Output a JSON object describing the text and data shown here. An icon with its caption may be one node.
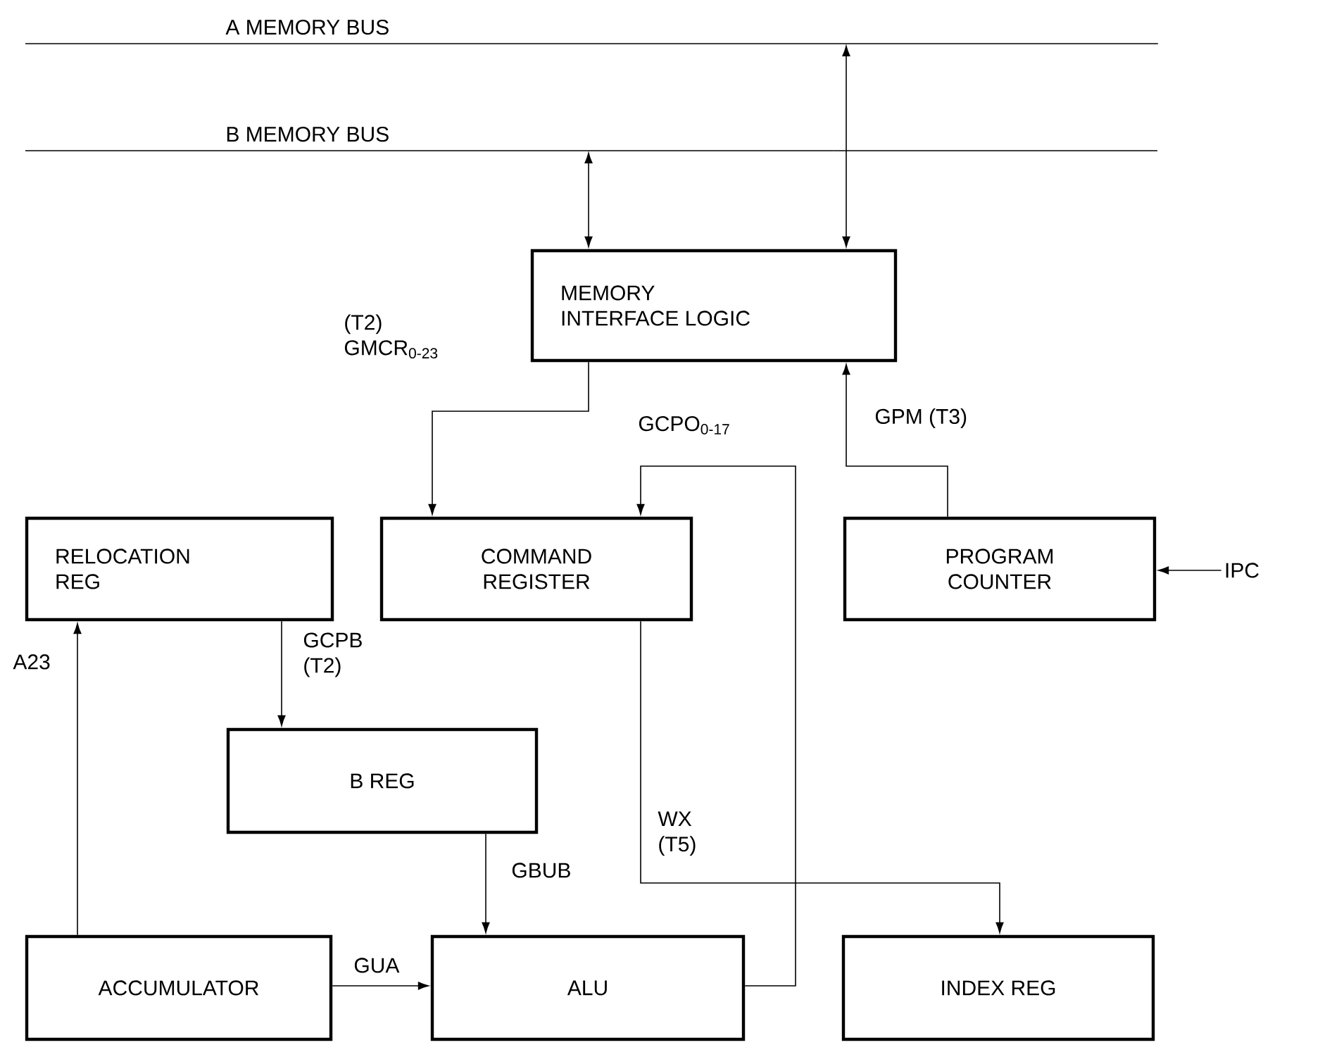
{
  "diagram": {
    "nodes": [
      {
        "text": [
          "A MEMORY BUS"
        ]
      },
      {
        "text": [
          "B MEMORY BUS"
        ]
      },
      {
        "text": [
          "MEMORY INTERFACE LOGIC"
        ]
      },
      {
        "text": [
          "RELOCATION REG"
        ]
      },
      {
        "text": [
          "COMMAND REGISTER"
        ]
      },
      {
        "text": [
          "PROGRAM COUNTER"
        ]
      },
      {
        "text": [
          "B REG"
        ]
      },
      {
        "text": [
          "ACCUMULATOR"
        ]
      },
      {
        "text": [
          "ALU"
        ]
      },
      {
        "text": [
          "INDEX REG"
        ]
      },
      {
        "text": [
          "IPC"
        ]
      }
    ],
    "edges": [
      {
        "from": 1,
        "to": 2,
        "arrow": "both"
      },
      {
        "from": 0,
        "to": 2,
        "arrow": "both"
      },
      {
        "from": 2,
        "to": 4,
        "arrow": "to",
        "label": "(T2) GMCR$_{0-23}$"
      },
      {
        "from": 8,
        "to": 4,
        "arrow": "to",
        "label": "GCPO$_{0-17}$"
      },
      {
        "from": 5,
        "to": 2,
        "arrow": "to",
        "label": "GPM (T3)"
      },
      {
        "from": 10,
        "to": 5,
        "arrow": "to"
      },
      {
        "from": 7,
        "to": 3,
        "arrow": "to",
        "label": "A23"
      },
      {
        "from": 3,
        "to": 6,
        "arrow": "to",
        "label": "GCPB (T2)"
      },
      {
        "from": 6,
        "to": 8,
        "arrow": "to",
        "label": "GBUB"
      },
      {
        "from": 7,
        "to": 8,
        "arrow": "to",
        "label": "GUA"
      },
      {
        "from": 4,
        "to": 9,
        "arrow": "to",
        "label": "WX (T5)"
      }
    ]
  }
}
